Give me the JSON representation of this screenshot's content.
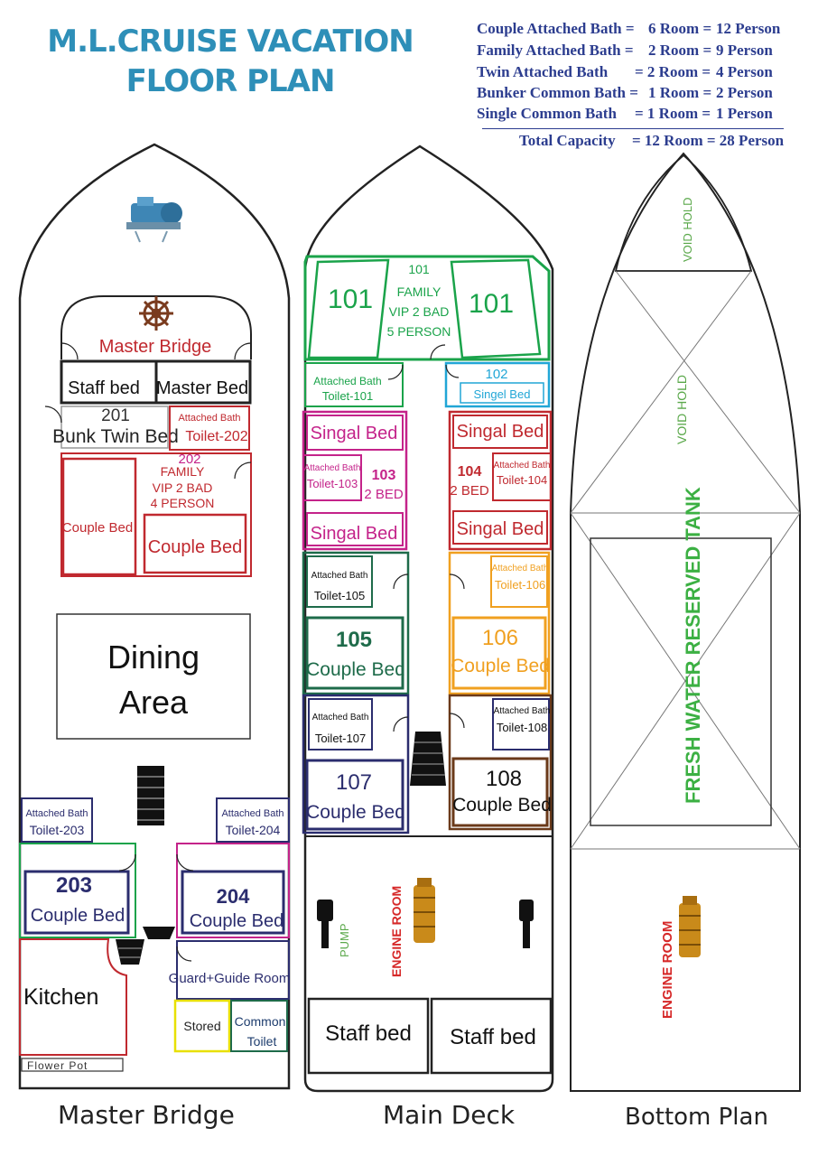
{
  "title": {
    "line1": "M.L.CRUISE VACATION",
    "line2": "FLOOR PLAN"
  },
  "capacity": {
    "rows": [
      {
        "type": "Couple Attached Bath =",
        "rooms": "6 Room =",
        "persons": "12 Person"
      },
      {
        "type": "Family Attached Bath =",
        "rooms": "2 Room =",
        "persons": "9 Person"
      },
      {
        "type": "Twin Attached Bath",
        "rooms": "= 2 Room =",
        "persons": "4 Person"
      },
      {
        "type": "Bunker Common Bath =",
        "rooms": "1 Room =",
        "persons": "2 Person"
      },
      {
        "type": "Single Common Bath",
        "rooms": "= 1 Room =",
        "persons": "1 Person"
      }
    ],
    "total": {
      "label": "Total Capacity",
      "value": "= 12 Room = 28 Person"
    }
  },
  "master_bridge": {
    "caption": "Master Bridge",
    "master_bridge_label": "Master Bridge",
    "staff_bed": "Staff bed",
    "master_bed": "Master Bed",
    "room_201": "201",
    "bunk_twin_bed": "Bunk Twin Bed",
    "attached_bath": "Attached Bath",
    "toilet_202": "Toilet-202",
    "room_202": "202",
    "family": "FAMILY",
    "vip_2_bad": "VIP 2 BAD",
    "person_4": "4 PERSON",
    "couple_bed": "Couple Bed",
    "dining_line1": "Dining",
    "dining_line2": "Area",
    "toilet_203": "Toilet-203",
    "toilet_204": "Toilet-204",
    "room_203": "203",
    "room_204": "204",
    "kitchen": "Kitchen",
    "guard_guide_room": "Guard+Guide Room",
    "stored": "Stored",
    "common": "Common",
    "toilet": "Toilet",
    "flower_pot": "Flower Pot"
  },
  "main_deck": {
    "caption": "Main Deck",
    "room_101": "101",
    "family": "FAMILY",
    "vip_2_bad": "VIP 2 BAD",
    "person_5": "5 PERSON",
    "attached_bath": "Attached Bath",
    "toilet_101": "Toilet-101",
    "room_102": "102",
    "singel_bed": "Singel Bed",
    "singal_bed": "Singal Bed",
    "toilet_103": "Toilet-103",
    "room_103": "103",
    "room_104": "104",
    "two_bed": "2 BED",
    "toilet_104": "Toilet-104",
    "toilet_105": "Toilet-105",
    "toilet_106": "Toilet-106",
    "room_105": "105",
    "room_106": "106",
    "couple_bed": "Couple Bed",
    "toilet_107": "Toilet-107",
    "toilet_108": "Toilet-108",
    "room_107": "107",
    "room_108": "108",
    "pump": "PUMP",
    "engine_room": "ENGINE ROOM",
    "staff_bed": "Staff bed"
  },
  "bottom_plan": {
    "caption": "Bottom Plan",
    "void_hold": "VOID HOLD",
    "fresh_water_tank": "FRESH WATER RESERVED TANK",
    "engine_room": "ENGINE ROOM"
  },
  "colors": {
    "title": "#2e8fb8",
    "capacity_text": "#2c3d8f",
    "red_room": "#c0292f",
    "green_room": "#1aa34a",
    "magenta_room": "#c4238a",
    "orange_room": "#f0a020",
    "teal_room": "#1e6b4a",
    "navy_room": "#2b2d6e",
    "brown_room": "#6b3a1a",
    "cyan_room": "#21a6d6",
    "engine_red": "#d62828",
    "void_green": "#5aa84a"
  },
  "icons": [
    "steering-wheel-icon",
    "winch-icon",
    "stairs-icon",
    "engine-icon",
    "pump-icon"
  ]
}
